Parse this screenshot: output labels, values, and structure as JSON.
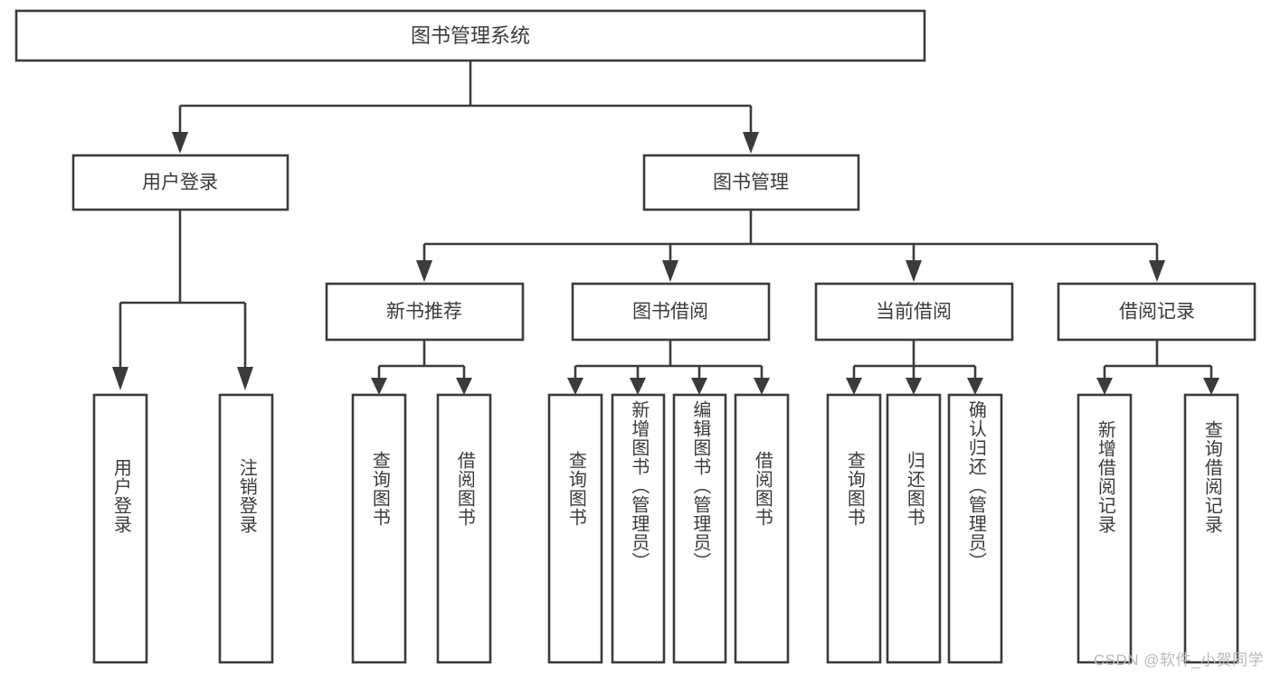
{
  "diagram": {
    "title": "图书管理系统",
    "type": "tree",
    "watermark": "CSDN @软件_小贺同学",
    "colors": {
      "stroke": "#3b3b3b",
      "box_fill": "#ffffff",
      "text": "#3b3b3b",
      "background": "#ffffff",
      "watermark": "#b9b9b9"
    },
    "nodes": {
      "root": {
        "label": "图书管理系统"
      },
      "level2": [
        {
          "id": "user-login",
          "label": "用户登录"
        },
        {
          "id": "book-management",
          "label": "图书管理"
        }
      ],
      "level3": [
        {
          "id": "new-book-recommend",
          "label": "新书推荐"
        },
        {
          "id": "book-borrow",
          "label": "图书借阅"
        },
        {
          "id": "current-borrow",
          "label": "当前借阅"
        },
        {
          "id": "borrow-record",
          "label": "借阅记录"
        }
      ],
      "leaves": {
        "user-login": [
          {
            "id": "leaf-user-login",
            "label": "用户登录"
          },
          {
            "id": "leaf-logout-login",
            "label": "注销登录"
          }
        ],
        "new-book-recommend": [
          {
            "id": "leaf-query-book-1",
            "label": "查询图书"
          },
          {
            "id": "leaf-borrow-book-1",
            "label": "借阅图书"
          }
        ],
        "book-borrow": [
          {
            "id": "leaf-query-book-2",
            "label": "查询图书"
          },
          {
            "id": "leaf-add-book",
            "label": "新增图书（管理员）"
          },
          {
            "id": "leaf-edit-book",
            "label": "编辑图书（管理员）"
          },
          {
            "id": "leaf-borrow-book-2",
            "label": "借阅图书"
          }
        ],
        "current-borrow": [
          {
            "id": "leaf-query-book-3",
            "label": "查询图书"
          },
          {
            "id": "leaf-return-book",
            "label": "归还图书"
          },
          {
            "id": "leaf-confirm-return",
            "label": "确认归还（管理员）"
          }
        ],
        "borrow-record": [
          {
            "id": "leaf-add-record",
            "label": "新增借阅记录"
          },
          {
            "id": "leaf-query-record",
            "label": "查询借阅记录"
          }
        ]
      }
    }
  }
}
